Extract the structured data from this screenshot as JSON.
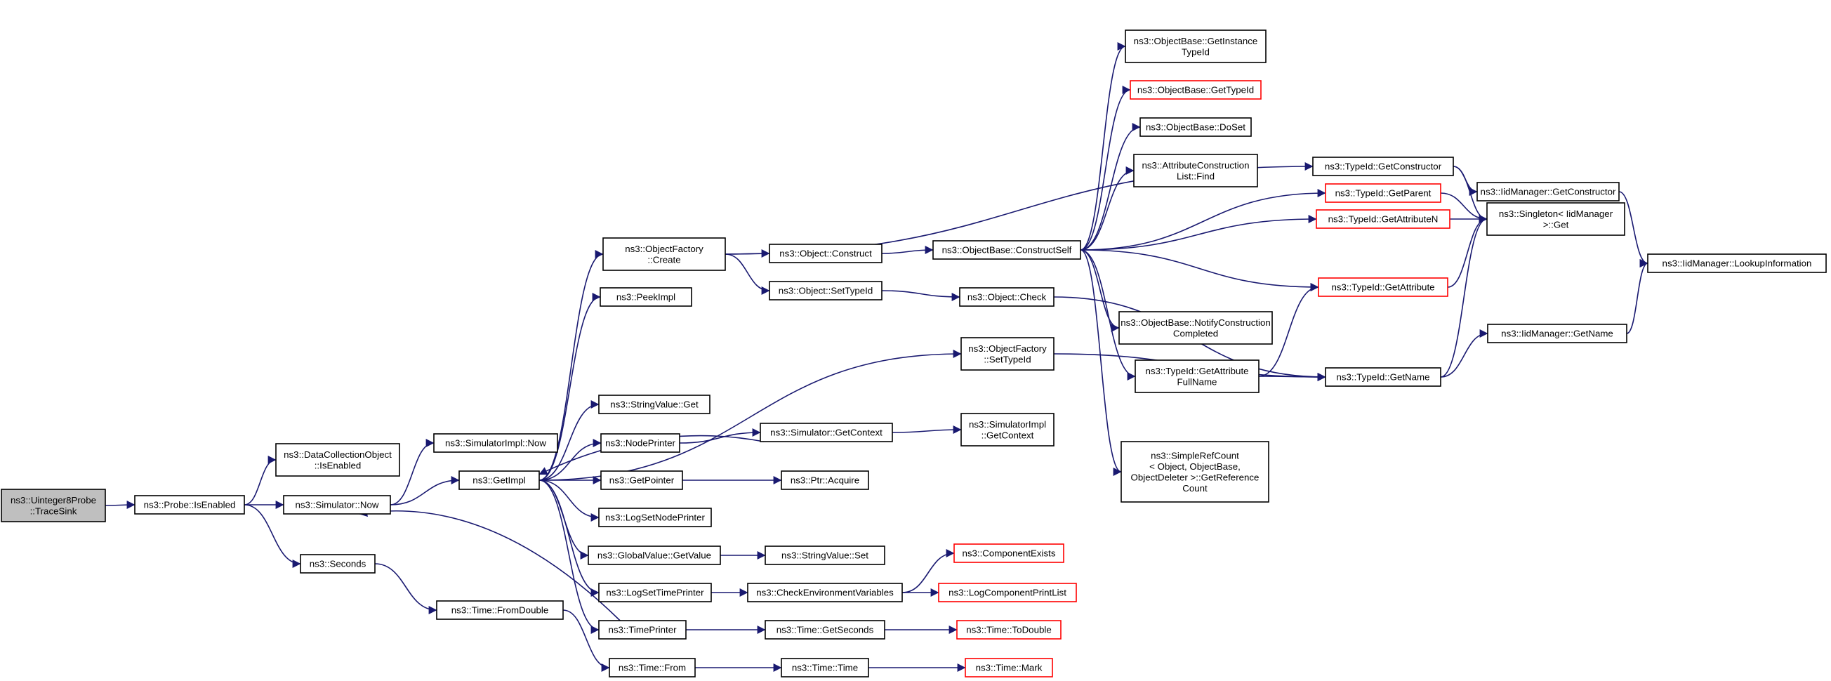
{
  "colors": {
    "edge": "#191970",
    "node_border": "#000000",
    "node_border_undocumented": "#ff0000",
    "root_fill": "#bfbfbf",
    "node_fill": "#ffffff"
  },
  "nodes": [
    {
      "id": "n0",
      "lines": [
        "ns3::Uinteger8Probe",
        "::TraceSink"
      ],
      "style": "root"
    },
    {
      "id": "n1",
      "lines": [
        "ns3::Probe::IsEnabled"
      ],
      "style": "normal"
    },
    {
      "id": "n2",
      "lines": [
        "ns3::DataCollectionObject",
        "::IsEnabled"
      ],
      "style": "normal"
    },
    {
      "id": "n3",
      "lines": [
        "ns3::Simulator::Now"
      ],
      "style": "normal"
    },
    {
      "id": "n4",
      "lines": [
        "ns3::Seconds"
      ],
      "style": "normal"
    },
    {
      "id": "n5",
      "lines": [
        "ns3::SimulatorImpl::Now"
      ],
      "style": "normal"
    },
    {
      "id": "n6",
      "lines": [
        "ns3::GetImpl"
      ],
      "style": "normal"
    },
    {
      "id": "n7",
      "lines": [
        "ns3::Time::FromDouble"
      ],
      "style": "normal"
    },
    {
      "id": "n8",
      "lines": [
        "ns3::ObjectFactory",
        "::Create"
      ],
      "style": "normal"
    },
    {
      "id": "n9",
      "lines": [
        "ns3::PeekImpl"
      ],
      "style": "normal"
    },
    {
      "id": "n10",
      "lines": [
        "ns3::StringValue::Get"
      ],
      "style": "normal"
    },
    {
      "id": "n11",
      "lines": [
        "ns3::NodePrinter"
      ],
      "style": "normal"
    },
    {
      "id": "n12",
      "lines": [
        "ns3::GetPointer"
      ],
      "style": "normal"
    },
    {
      "id": "n13",
      "lines": [
        "ns3::LogSetNodePrinter"
      ],
      "style": "normal"
    },
    {
      "id": "n14",
      "lines": [
        "ns3::GlobalValue::GetValue"
      ],
      "style": "normal"
    },
    {
      "id": "n15",
      "lines": [
        "ns3::LogSetTimePrinter"
      ],
      "style": "normal"
    },
    {
      "id": "n16",
      "lines": [
        "ns3::TimePrinter"
      ],
      "style": "normal"
    },
    {
      "id": "n17",
      "lines": [
        "ns3::Time::From"
      ],
      "style": "normal"
    },
    {
      "id": "n18",
      "lines": [
        "ns3::Object::Construct"
      ],
      "style": "normal"
    },
    {
      "id": "n19",
      "lines": [
        "ns3::Object::SetTypeId"
      ],
      "style": "normal"
    },
    {
      "id": "n20",
      "lines": [
        "ns3::Simulator::GetContext"
      ],
      "style": "normal"
    },
    {
      "id": "n21",
      "lines": [
        "ns3::Ptr::Acquire"
      ],
      "style": "normal"
    },
    {
      "id": "n22",
      "lines": [
        "ns3::StringValue::Set"
      ],
      "style": "normal"
    },
    {
      "id": "n23",
      "lines": [
        "ns3::CheckEnvironmentVariables"
      ],
      "style": "normal"
    },
    {
      "id": "n24",
      "lines": [
        "ns3::Time::GetSeconds"
      ],
      "style": "normal"
    },
    {
      "id": "n25",
      "lines": [
        "ns3::Time::Time"
      ],
      "style": "normal"
    },
    {
      "id": "n26",
      "lines": [
        "ns3::ObjectBase::ConstructSelf"
      ],
      "style": "normal"
    },
    {
      "id": "n27",
      "lines": [
        "ns3::Object::Check"
      ],
      "style": "normal"
    },
    {
      "id": "n28",
      "lines": [
        "ns3::ObjectFactory",
        "::SetTypeId"
      ],
      "style": "normal"
    },
    {
      "id": "n29",
      "lines": [
        "ns3::SimulatorImpl",
        "::GetContext"
      ],
      "style": "normal"
    },
    {
      "id": "n30",
      "lines": [
        "ns3::ComponentExists"
      ],
      "style": "undocumented"
    },
    {
      "id": "n31",
      "lines": [
        "ns3::LogComponentPrintList"
      ],
      "style": "undocumented"
    },
    {
      "id": "n32",
      "lines": [
        "ns3::Time::ToDouble"
      ],
      "style": "undocumented"
    },
    {
      "id": "n33",
      "lines": [
        "ns3::Time::Mark"
      ],
      "style": "undocumented"
    },
    {
      "id": "n34",
      "lines": [
        "ns3::ObjectBase::GetInstance",
        "TypeId"
      ],
      "style": "normal"
    },
    {
      "id": "n35",
      "lines": [
        "ns3::ObjectBase::GetTypeId"
      ],
      "style": "undocumented"
    },
    {
      "id": "n36",
      "lines": [
        "ns3::ObjectBase::DoSet"
      ],
      "style": "normal"
    },
    {
      "id": "n37",
      "lines": [
        "ns3::AttributeConstruction",
        "List::Find"
      ],
      "style": "normal"
    },
    {
      "id": "n38",
      "lines": [
        "ns3::ObjectBase::NotifyConstruction",
        "Completed"
      ],
      "style": "normal"
    },
    {
      "id": "n39",
      "lines": [
        "ns3::TypeId::GetAttribute",
        "FullName"
      ],
      "style": "normal"
    },
    {
      "id": "n40",
      "lines": [
        "ns3::SimpleRefCount",
        "< Object, ObjectBase,",
        "ObjectDeleter >::GetReference",
        "Count"
      ],
      "style": "normal"
    },
    {
      "id": "n41",
      "lines": [
        "ns3::TypeId::GetConstructor"
      ],
      "style": "normal"
    },
    {
      "id": "n42",
      "lines": [
        "ns3::TypeId::GetParent"
      ],
      "style": "undocumented"
    },
    {
      "id": "n43",
      "lines": [
        "ns3::TypeId::GetAttributeN"
      ],
      "style": "undocumented"
    },
    {
      "id": "n44",
      "lines": [
        "ns3::TypeId::GetAttribute"
      ],
      "style": "undocumented"
    },
    {
      "id": "n45",
      "lines": [
        "ns3::TypeId::GetName"
      ],
      "style": "normal"
    },
    {
      "id": "n46",
      "lines": [
        "ns3::IidManager::GetConstructor"
      ],
      "style": "normal"
    },
    {
      "id": "n47",
      "lines": [
        "ns3::Singleton< IidManager",
        " >::Get"
      ],
      "style": "normal"
    },
    {
      "id": "n48",
      "lines": [
        "ns3::IidManager::GetName"
      ],
      "style": "normal"
    },
    {
      "id": "n49",
      "lines": [
        "ns3::IidManager::LookupInformation"
      ],
      "style": "normal"
    }
  ],
  "edges": [
    [
      "n0",
      "n1"
    ],
    [
      "n1",
      "n2"
    ],
    [
      "n1",
      "n3"
    ],
    [
      "n1",
      "n4"
    ],
    [
      "n3",
      "n5"
    ],
    [
      "n3",
      "n6"
    ],
    [
      "n4",
      "n7"
    ],
    [
      "n7",
      "n17"
    ],
    [
      "n6",
      "n8"
    ],
    [
      "n6",
      "n9"
    ],
    [
      "n6",
      "n10"
    ],
    [
      "n6",
      "n11"
    ],
    [
      "n6",
      "n12"
    ],
    [
      "n6",
      "n13"
    ],
    [
      "n6",
      "n14"
    ],
    [
      "n6",
      "n15"
    ],
    [
      "n6",
      "n16"
    ],
    [
      "n6",
      "n28"
    ],
    [
      "n8",
      "n18"
    ],
    [
      "n8",
      "n19"
    ],
    [
      "n8",
      "n41"
    ],
    [
      "n11",
      "n20"
    ],
    [
      "n12",
      "n21"
    ],
    [
      "n14",
      "n22"
    ],
    [
      "n15",
      "n23"
    ],
    [
      "n16",
      "n3"
    ],
    [
      "n16",
      "n24"
    ],
    [
      "n20",
      "n6"
    ],
    [
      "n20",
      "n29"
    ],
    [
      "n17",
      "n25"
    ],
    [
      "n25",
      "n33"
    ],
    [
      "n24",
      "n32"
    ],
    [
      "n23",
      "n30"
    ],
    [
      "n23",
      "n31"
    ],
    [
      "n18",
      "n26"
    ],
    [
      "n19",
      "n27"
    ],
    [
      "n27",
      "n45"
    ],
    [
      "n28",
      "n45"
    ],
    [
      "n26",
      "n34"
    ],
    [
      "n26",
      "n35"
    ],
    [
      "n26",
      "n36"
    ],
    [
      "n26",
      "n37"
    ],
    [
      "n26",
      "n38"
    ],
    [
      "n26",
      "n39"
    ],
    [
      "n26",
      "n40"
    ],
    [
      "n26",
      "n42"
    ],
    [
      "n26",
      "n43"
    ],
    [
      "n26",
      "n44"
    ],
    [
      "n39",
      "n44"
    ],
    [
      "n39",
      "n45"
    ],
    [
      "n41",
      "n46"
    ],
    [
      "n41",
      "n47"
    ],
    [
      "n42",
      "n47"
    ],
    [
      "n43",
      "n47"
    ],
    [
      "n44",
      "n47"
    ],
    [
      "n45",
      "n47"
    ],
    [
      "n45",
      "n48"
    ],
    [
      "n46",
      "n49"
    ],
    [
      "n48",
      "n49"
    ]
  ]
}
